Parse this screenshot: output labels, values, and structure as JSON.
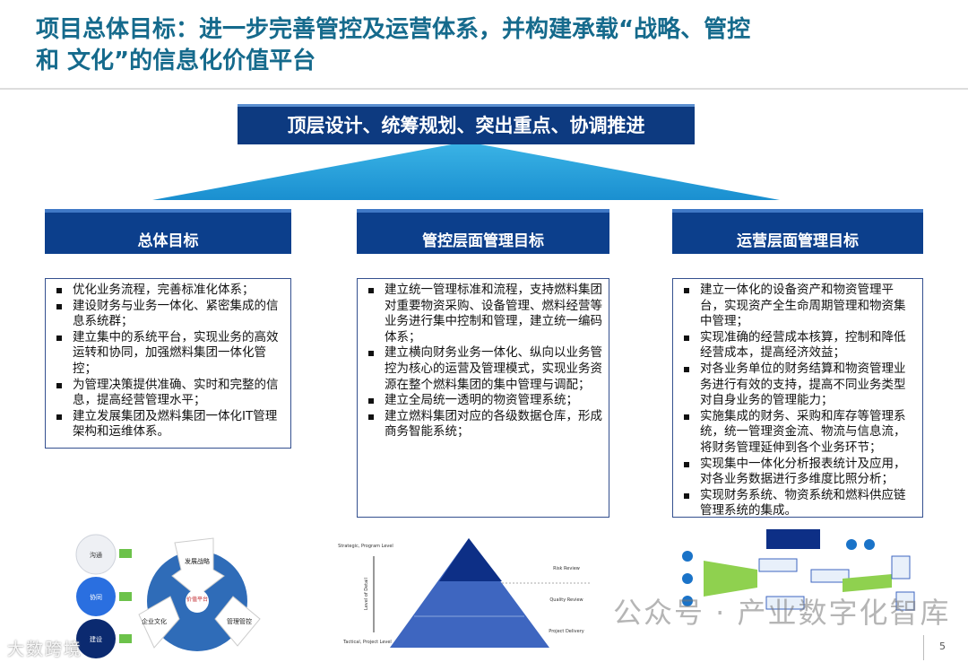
{
  "title": {
    "line1": "项目总体目标：进一步完善管控及运营体系，并构建承载“战略、管控",
    "line2": "和 文化”的信息化价值平台"
  },
  "banner": "顶层设计、统筹规划、突出重点、协调推进",
  "columns": [
    {
      "header": "总体目标",
      "items": [
        "优化业务流程，完善标准化体系；",
        "建设财务与业务一体化、紧密集成的信息系统群；",
        "建立集中的系统平台，实现业务的高效运转和协同，加强燃料集团一体化管控；",
        "为管理决策提供准确、实时和完整的信息，提高经营管理水平；",
        "建立发展集团及燃料集团一体化IT管理架构和运维体系。"
      ]
    },
    {
      "header": "管控层面管理目标",
      "items": [
        "建立统一管理标准和流程，支持燃料集团对重要物资采购、设备管理、燃料经营等业务进行集中控制和管理，建立统一编码体系；",
        "建立横向财务业务一体化、纵向以业务管控为核心的运营及管理模式，实现业务资源在整个燃料集团的集中管理与调配；",
        "建立全局统一透明的物资管理系统；",
        "建立燃料集团对应的各级数据仓库，形成商务智能系统；"
      ]
    },
    {
      "header": "运营层面管理目标",
      "items": [
        "建立一体化的设备资产和物资管理平台，实现资产全生命周期管理和物资集中管理；",
        "实现准确的经营成本核算，控制和降低经营成本，提高经济效益；",
        "对各业务单位的财务结算和物资管理业务进行有效的支持，提高不同业务类型对自身业务的管理能力；",
        "实施集成的财务、采购和库存等管理系统，统一管理资金流、物流与信息流，将财务管理延伸到各个业务环节；",
        "实现集中一体化分析报表统计及应用，对各业务数据进行多维度比照分析；",
        "实现财务系统、物资系统和燃料供应链管理系统的集成。"
      ]
    }
  ],
  "diagram1": {
    "circles": [
      "沟通",
      "协同",
      "建设"
    ],
    "segments": [
      "发展战略",
      "企业文化",
      "管理管控"
    ],
    "center": "价值平台"
  },
  "diagram2": {
    "left_top": "Strategic, Program Level",
    "left_axis": "Level of Detail",
    "left_bottom": "Tactical, Project Level",
    "right": [
      "Risk Review",
      "Quality Review",
      "Project Delivery"
    ]
  },
  "watermarks": {
    "wechat": "公众号 · 产业数字化智库",
    "logo": "大数跨境"
  },
  "page_number": "5",
  "colors": {
    "title": "#156a8c",
    "header": "#0c3f8c",
    "triangle": "#1a9ad6"
  }
}
